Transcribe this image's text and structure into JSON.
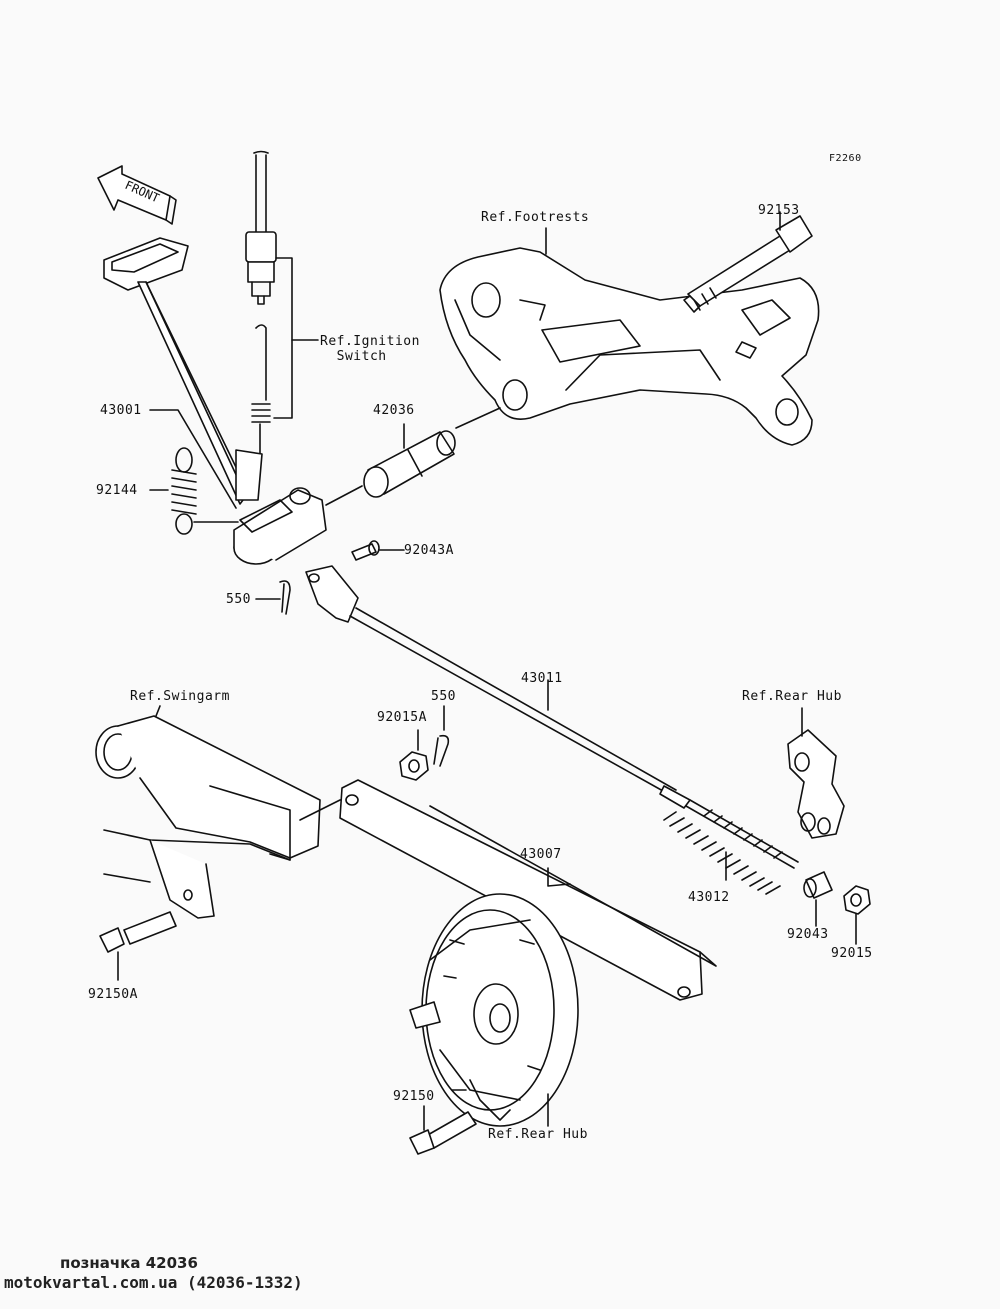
{
  "figure_code": "F2260",
  "front_label": "FRONT",
  "labels": {
    "ref_footrests": "Ref.Footrests",
    "p92153": "92153",
    "ref_ignition": "Ref.Ignition\n  Switch",
    "p43001": "43001",
    "p42036": "42036",
    "p92144": "92144",
    "p92043a": "92043A",
    "p550_a": "550",
    "ref_swingarm": "Ref.Swingarm",
    "p550_b": "550",
    "p92015a": "92015A",
    "p43011": "43011",
    "ref_rear_hub_top": "Ref.Rear Hub",
    "p43007": "43007",
    "p43012": "43012",
    "p92043": "92043",
    "p92015": "92015",
    "p92150a": "92150A",
    "p92150": "92150",
    "ref_rear_hub_bottom": "Ref.Rear Hub"
  },
  "watermark": {
    "line1": "позначка 42036",
    "line2": "motokvartal.com.ua (42036-1332)"
  }
}
